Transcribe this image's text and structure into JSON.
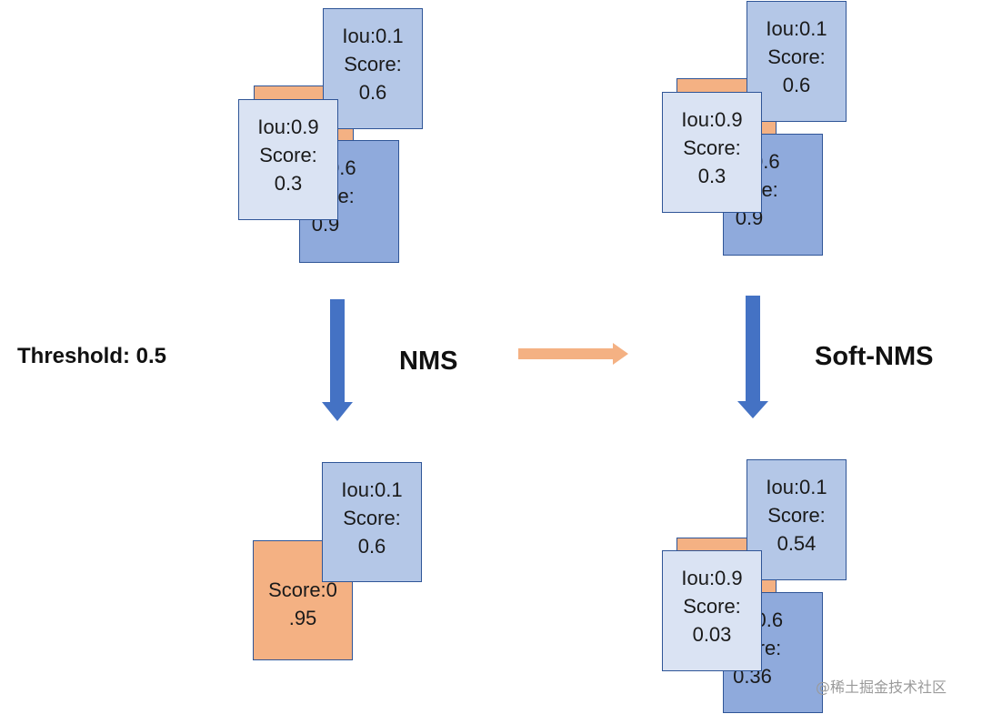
{
  "labels": {
    "threshold": "Threshold: 0.5",
    "nms": "NMS",
    "soft_nms": "Soft-NMS",
    "watermark": "@稀土掘金技术社区"
  },
  "colors": {
    "light_box": "#dae3f3",
    "mid_box": "#b4c7e7",
    "dark_box": "#8faadc",
    "orange_box": "#f4b183",
    "box_border": "#2f5597",
    "down_arrow": "#4472c4",
    "side_arrow": "#f4b183"
  },
  "boxes": {
    "top_left": {
      "small": [
        "Iou:0.1",
        "Score:",
        "0.6"
      ],
      "big": [
        "Iou:0.9",
        "Score:",
        "0.3"
      ],
      "back": [
        "Iou:0.6",
        "Score:",
        "0.9"
      ]
    },
    "top_right": {
      "small": [
        "Iou:0.1",
        "Score:",
        "0.6"
      ],
      "big": [
        "Iou:0.9",
        "Score:",
        "0.3"
      ],
      "back": [
        "Iou:0.6",
        "Score:",
        "0.9"
      ]
    },
    "bottom_left": {
      "small": [
        "Iou:0.1",
        "Score:",
        "0.6"
      ],
      "orange": [
        "Score:0",
        ".95"
      ]
    },
    "bottom_right": {
      "small": [
        "Iou:0.1",
        "Score:",
        "0.54"
      ],
      "big": [
        "Iou:0.9",
        "Score:",
        "0.03"
      ],
      "back": [
        "Iou:0.6",
        "Score:",
        "0.36"
      ]
    }
  },
  "icons": {
    "nms_arrow": "arrow-down",
    "soft_nms_arrow": "arrow-down",
    "transition_arrow": "arrow-right"
  }
}
